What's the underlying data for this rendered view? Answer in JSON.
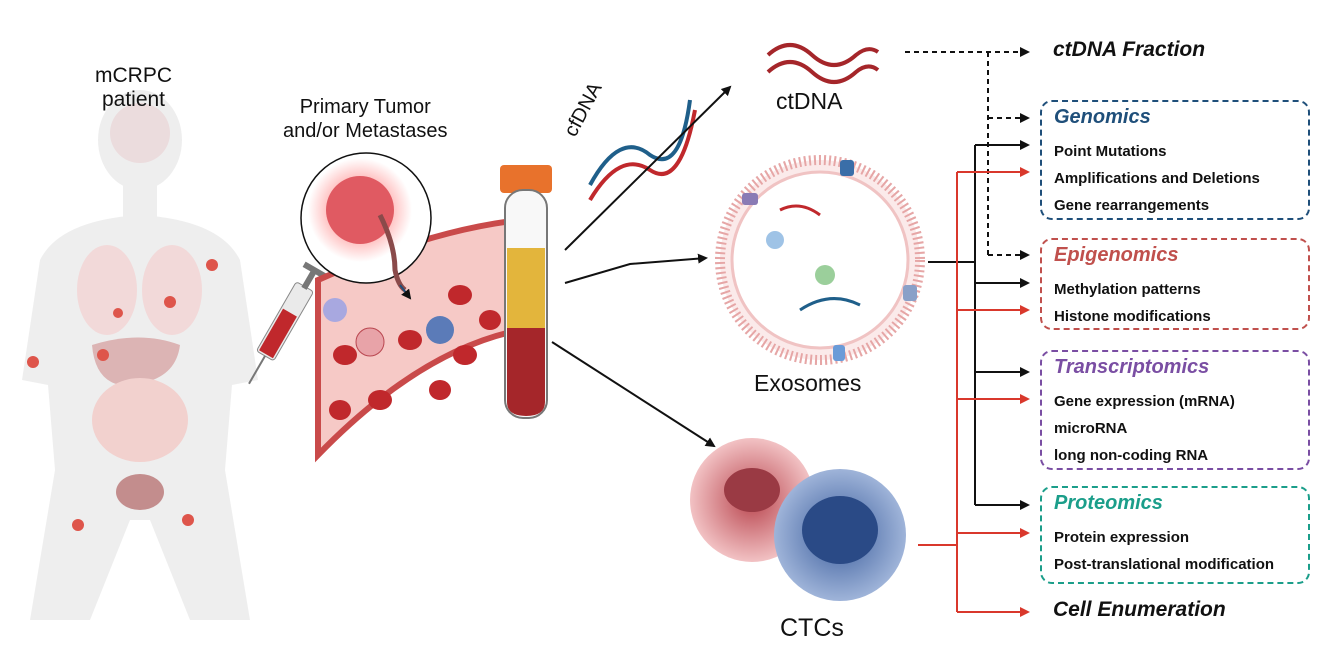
{
  "patient": {
    "line1": "mCRPC",
    "line2": "patient"
  },
  "tumor": {
    "line1": "Primary Tumor",
    "line2": "and/or Metastases"
  },
  "cfdna_label": "cfDNA",
  "ctdna_label": "ctDNA",
  "exosomes_label": "Exosomes",
  "ctcs_label": "CTCs",
  "ctdna_fraction": "ctDNA Fraction",
  "cell_enumeration": "Cell Enumeration",
  "boxes": {
    "genomics": {
      "title": "Genomics",
      "color": "#1f4f7a",
      "items": [
        "Point  Mutations",
        "Amplifications and Deletions",
        "Gene rearrangements"
      ]
    },
    "epigenomics": {
      "title": "Epigenomics",
      "color": "#c0504d",
      "items": [
        "Methylation patterns",
        "Histone modifications"
      ]
    },
    "transcriptomics": {
      "title": "Transcriptomics",
      "color": "#7a4ea3",
      "items": [
        "Gene expression (mRNA)",
        "microRNA",
        "long non-coding RNA"
      ]
    },
    "proteomics": {
      "title": "Proteomics",
      "color": "#1b9e8a",
      "items": [
        "Protein expression",
        "Post-translational modification"
      ]
    }
  },
  "colors": {
    "arrow_black": "#111111",
    "arrow_red": "#d9382c",
    "blood": "#c0282c",
    "vessel": "#f6c9c6"
  }
}
